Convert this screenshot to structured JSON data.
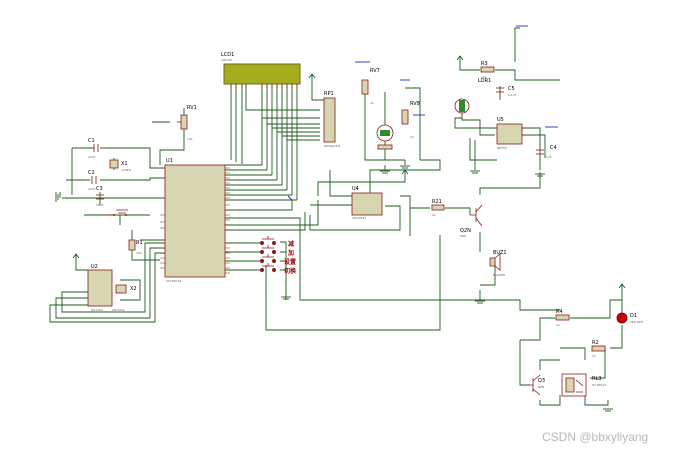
{
  "components": {
    "lcd": {
      "ref": "LCD1",
      "sub": "LM016L"
    },
    "mcu": {
      "ref": "U1",
      "sub": "STC89C52"
    },
    "rp1": {
      "ref": "RP1",
      "sub": "RESPACK-8"
    },
    "rv1": {
      "ref": "RV1",
      "sub": "10k"
    },
    "rv7": {
      "ref": "RV7",
      "sub": "1k"
    },
    "rv8": {
      "ref": "RV8",
      "sub": "1k"
    },
    "c1": {
      "ref": "C1",
      "sub": "22pF"
    },
    "c2": {
      "ref": "C2",
      "sub": "22pF"
    },
    "c3": {
      "ref": "C3",
      "sub": "10uF"
    },
    "c4": {
      "ref": "C4",
      "sub": "1uF"
    },
    "c5": {
      "ref": "C5",
      "sub": "0.1uF"
    },
    "x1": {
      "ref": "X1",
      "sub": "12MHz"
    },
    "x2": {
      "ref": "X2",
      "sub": "CRYSTAL"
    },
    "r1": {
      "ref": "R1",
      "sub": "10k"
    },
    "r2": {
      "ref": "R2",
      "sub": "1k"
    },
    "r3": {
      "ref": "R3",
      "sub": "10k"
    },
    "r4": {
      "ref": "R4",
      "sub": "1k"
    },
    "r21": {
      "ref": "R21",
      "sub": "1k"
    },
    "u2": {
      "ref": "U2",
      "sub": "DS1302"
    },
    "u4": {
      "ref": "U4",
      "sub": "ADC0832"
    },
    "u5": {
      "ref": "U5",
      "sub": "NE555"
    },
    "ldr": {
      "ref": "LDR1"
    },
    "q2n": {
      "ref": "Q2N",
      "sub": "PNP"
    },
    "q3": {
      "ref": "Q3",
      "sub": "NPN"
    },
    "buz": {
      "ref": "BUZ1",
      "sub": "BUZZER"
    },
    "rl3": {
      "ref": "RL3",
      "sub": "5V RELAY"
    },
    "d1": {
      "ref": "D1",
      "sub": "LED-RED"
    }
  },
  "buttons": [
    {
      "label": "减"
    },
    {
      "label": "加"
    },
    {
      "label": "设置"
    },
    {
      "label": "切换"
    }
  ],
  "watermark": "CSDN @bbxyliyang",
  "colors": {
    "wire": "#1e5c1e",
    "part_fill": "#d6d7b0",
    "part_outline": "#8a1a1a",
    "lcd_screen": "#a5ad1c",
    "led": "#cc0000"
  }
}
